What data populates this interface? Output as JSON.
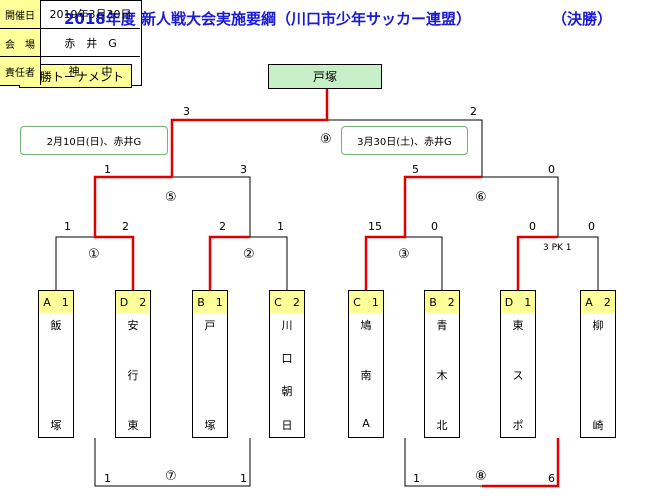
{
  "title": {
    "main": "2018年度 新人戦大会実施要綱（川口市少年サッカー連盟）",
    "stage": "（決勝）"
  },
  "tournament_label": "決 勝トーナメント",
  "winner": "戸塚",
  "info": {
    "date_label": "開催日",
    "date": "2019年3月30日",
    "venue_label": "会　場",
    "venue": "赤　井　G",
    "official_label": "責任者",
    "official": "神　　中"
  },
  "dates": {
    "left": "2月10日(日)、赤井G",
    "right": "3月30日(土)、赤井G"
  },
  "matches": {
    "m1": {
      "label": "①",
      "left": "1",
      "right": "2"
    },
    "m2": {
      "label": "②",
      "left": "2",
      "right": "1"
    },
    "m3": {
      "label": "③",
      "left": "15",
      "right": "0"
    },
    "m4": {
      "left": "0",
      "right": "0",
      "pk": "3 PK 1"
    },
    "m5": {
      "label": "⑤",
      "left": "1",
      "right": "3"
    },
    "m6": {
      "label": "⑥",
      "left": "5",
      "right": "0"
    },
    "m9": {
      "label": "⑨",
      "left": "3",
      "right": "2"
    },
    "m7": {
      "label": "⑦",
      "left": "1",
      "right": "1"
    },
    "m8": {
      "label": "⑧",
      "left": "1",
      "right": "6"
    }
  },
  "teams": [
    {
      "seed": "A　1",
      "name": [
        "飯",
        "",
        "塚"
      ]
    },
    {
      "seed": "D　2",
      "name": [
        "安",
        "行",
        "東"
      ]
    },
    {
      "seed": "B　1",
      "name": [
        "戸",
        "",
        "塚"
      ]
    },
    {
      "seed": "C　2",
      "name": [
        "川",
        "口",
        "朝",
        "日"
      ]
    },
    {
      "seed": "C　1",
      "name": [
        "鳩",
        "南",
        "A"
      ]
    },
    {
      "seed": "B　2",
      "name": [
        "青",
        "木",
        "北"
      ]
    },
    {
      "seed": "D　1",
      "name": [
        "東",
        "ス",
        "ポ"
      ]
    },
    {
      "seed": "A　2",
      "name": [
        "柳",
        "",
        "崎"
      ]
    }
  ],
  "colors": {
    "title": "#1a1ad6",
    "winner_line": "#e00000",
    "header_fill": "#ffff99",
    "label_fill": "#c8f0c8"
  }
}
